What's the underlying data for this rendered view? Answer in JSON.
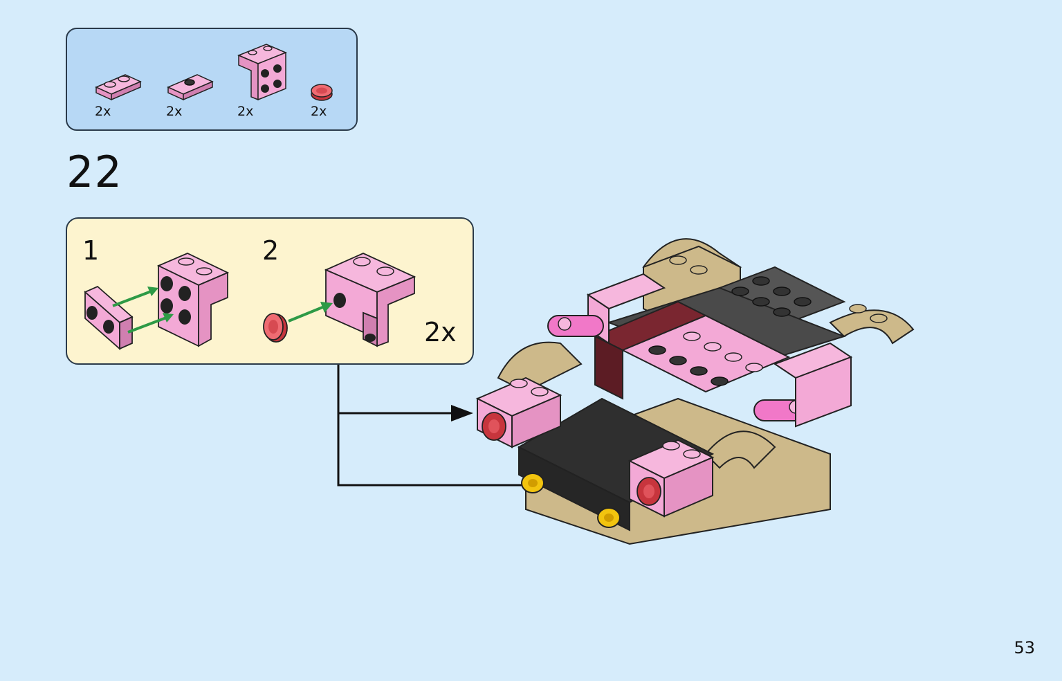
{
  "parts_list": [
    {
      "qty": "2x",
      "icon": "pink-plate-1x2-icon"
    },
    {
      "qty": "2x",
      "icon": "pink-jumper-plate-icon"
    },
    {
      "qty": "2x",
      "icon": "pink-bracket-icon"
    },
    {
      "qty": "2x",
      "icon": "red-round-tile-icon"
    }
  ],
  "step_number": "22",
  "sub_steps": [
    {
      "number": "1"
    },
    {
      "number": "2"
    }
  ],
  "sub_multiplier": "2x",
  "page_number": "53",
  "colors": {
    "background": "#d6ecfb",
    "parts_box": "#b7d8f5",
    "subassembly_box": "#fdf4cf",
    "pink": "#f3a9d6",
    "tan": "#cdb98a",
    "dark_gray": "#4a4a4a",
    "dark_red": "#7a2630",
    "arrow_green": "#2e9a46"
  }
}
